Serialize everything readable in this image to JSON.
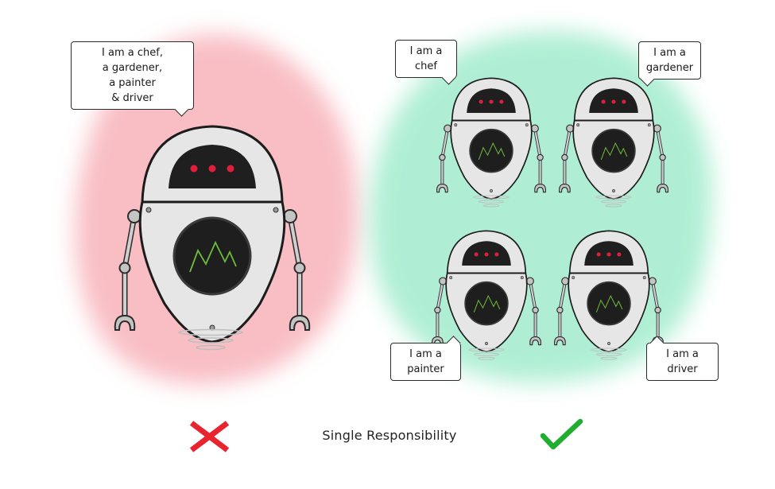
{
  "left_panel": {
    "bubble_text": "I am a chef,\na gardener,\na painter\n& driver",
    "status": "incorrect"
  },
  "right_panel": {
    "bubbles": [
      {
        "text": "I am a\nchef"
      },
      {
        "text": "I am a\ngardener"
      },
      {
        "text": "I am a\npainter"
      },
      {
        "text": "I am a\ndriver"
      }
    ],
    "status": "correct"
  },
  "caption": "Single Responsibility",
  "colors": {
    "incorrect_blob": "#f6a3ac",
    "correct_blob": "#8ee8c2",
    "cross": "#e8252e",
    "check": "#1fae2f",
    "eye": "#e0203a",
    "screen_line": "#6dbb3a"
  },
  "icons": {
    "cross": "cross-icon",
    "check": "check-icon"
  }
}
